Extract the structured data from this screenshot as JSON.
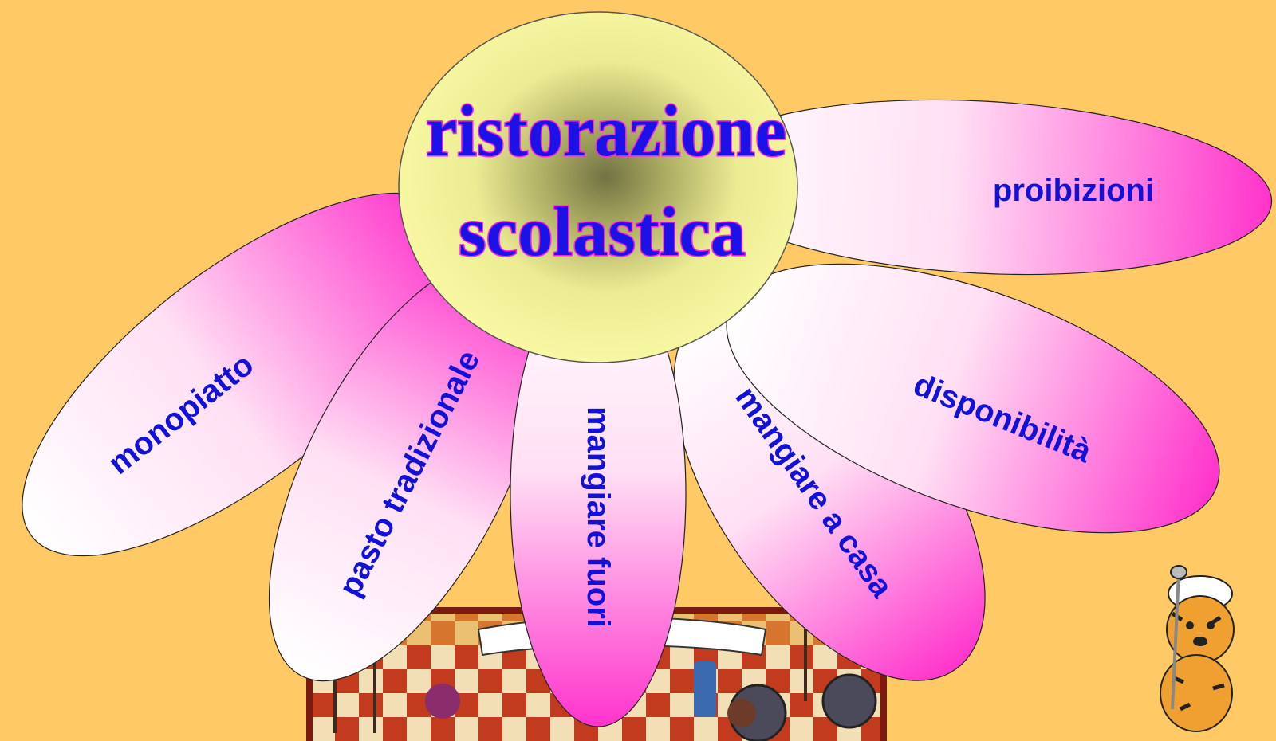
{
  "center": {
    "line1": "ristorazione",
    "line2": "scolastica"
  },
  "petals": [
    {
      "label": "monopiatto"
    },
    {
      "label": "pasto tradizionale"
    },
    {
      "label": "mangiare fuori"
    },
    {
      "label": "mangiare a casa"
    },
    {
      "label": "disponibilità"
    },
    {
      "label": "proibizioni"
    }
  ],
  "colors": {
    "background": "#ffc965",
    "petal_light": "#ffffff",
    "petal_dark": "#ff33cc",
    "center_light": "#f8f8a0",
    "center_dark": "#757545",
    "label_text": "#1111d8",
    "title_fill": "#1a12e6",
    "title_outline": "#ff22dd"
  },
  "images": {
    "kitchen_picture": "kitchen-utensils-illustration",
    "mascot": "chef-tiger-cartoon"
  }
}
